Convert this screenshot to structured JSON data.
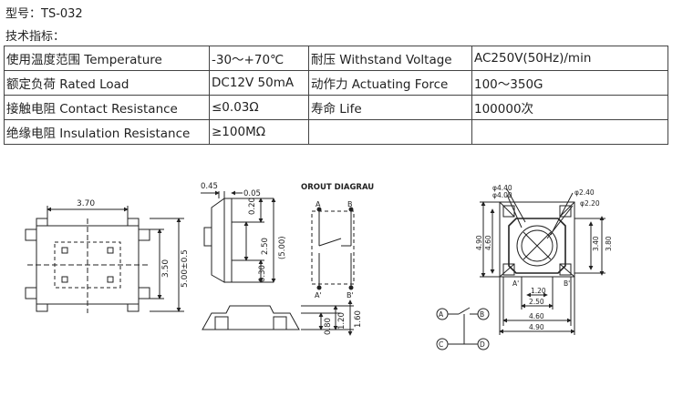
{
  "header": {
    "model_label": "型号：TS-032",
    "spec_heading": "技术指标："
  },
  "spec_table": [
    [
      "使用温度范围 Temperature",
      "-30～+70℃",
      "耐压 Withstand Voltage",
      "AC250V(50Hz)/min"
    ],
    [
      "额定负荷 Rated Load",
      "DC12V 50mA",
      "动作力 Actuating Force",
      "100～350G"
    ],
    [
      "接触电阻 Contact Resistance",
      "≤0.03Ω",
      "寿命 Life",
      "100000次"
    ],
    [
      "绝缘电阻 Insulation Resistance",
      "≥100MΩ",
      "",
      ""
    ]
  ],
  "drawing_top": {
    "width_dim": "3.70",
    "height_dim_inner": "3.50",
    "height_dim_outer": "5.00±0.5"
  },
  "drawing_side": {
    "dim_045": "0.45",
    "dim_005": "0.05",
    "dim_020": "0.20",
    "dim_250": "2.50",
    "dim_500": "(5.00)",
    "dim_030": "0.30",
    "dim_080": "0.80",
    "dim_120": "1.20",
    "dim_160": "1.60"
  },
  "drawing_circuit": {
    "title": "OROUT DIAGRAU",
    "a": "A",
    "b": "B",
    "a2": "A'",
    "b2": "B'"
  },
  "drawing_bottom": {
    "phi440": "φ4.40",
    "phi400": "φ4.00",
    "phi240": "φ2.40",
    "phi220": "φ2.20",
    "dim_490v": "4.90",
    "dim_460v": "4.60",
    "dim_340": "3.40",
    "dim_380": "3.80",
    "a2": "A'",
    "b2": "B'",
    "dim_120": "1.20",
    "dim_250": "2.50",
    "dim_460h": "4.60",
    "dim_490h": "4.90"
  },
  "drawing_schematic": {
    "a": "A",
    "b": "B",
    "c": "C",
    "d": "D"
  }
}
